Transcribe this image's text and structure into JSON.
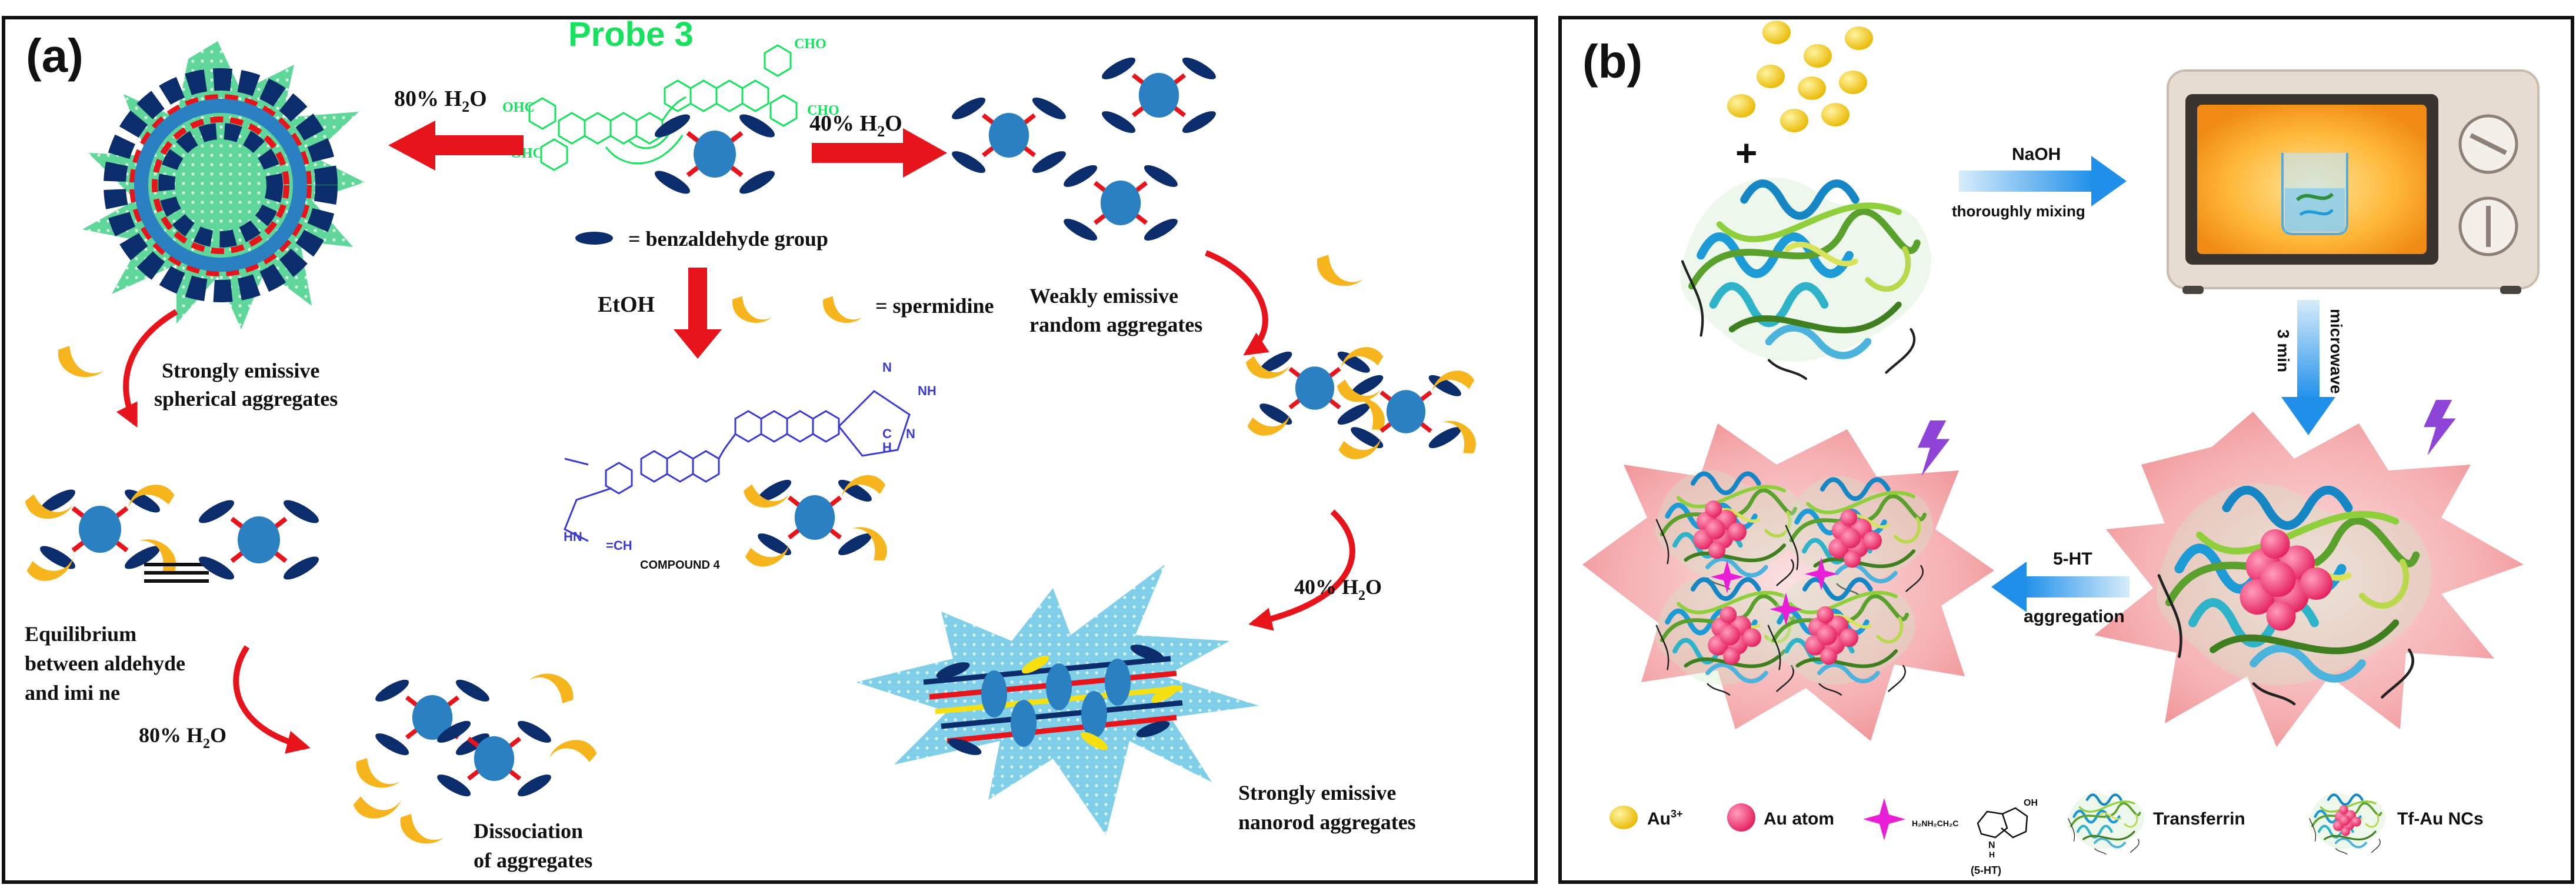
{
  "panel_a": {
    "panel_label": "(a)",
    "probe_label": "Probe 3",
    "cho_labels": [
      "CHO",
      "CHO",
      "OHC",
      "OHC"
    ],
    "water_80_a": "80% H",
    "water_40_a": "40% H",
    "water_40_b": "40% H",
    "water_80_b": "80% H",
    "water_subscript": "2",
    "water_tail": "O",
    "legend_benzaldehyde": "= benzaldehyde group",
    "legend_spermidine": "= spermidine",
    "solvent": "EtOH",
    "compound_label": "COMPOUND  4",
    "nh_labels": [
      "NH",
      "HN"
    ],
    "imine_labels": [
      "C",
      "H",
      "N",
      "N",
      "=CH"
    ],
    "strong_spherical_1": "Strongly emissive",
    "strong_spherical_2": "spherical aggregates",
    "weak_random_1": "Weakly emissive",
    "weak_random_2": "random aggregates",
    "equilibrium_1": "Equilibrium",
    "equilibrium_2": "between aldehyde",
    "equilibrium_3": "and  imi ne",
    "dissociation_1": "Dissociation",
    "dissociation_2": "of aggregates",
    "nanorod_1": "Strongly emissive",
    "nanorod_2": "nanorod aggregates"
  },
  "panel_b": {
    "panel_label": "(b)",
    "plus": "+",
    "naoh": "NaOH",
    "mixing": "thoroughly mixing",
    "time": "3 min",
    "microwave": "microwave",
    "serotonin": "5-HT",
    "aggregation": "aggregation",
    "legend": {
      "au3": "Au",
      "au3_sup": "3+",
      "au_atom": "Au atom",
      "structure_formula": "H₂NH₂CH₂C",
      "structure_oh": "OH",
      "structure_nh": "N",
      "structure_h": "H",
      "structure_name": "(5-HT)",
      "transferrin": "Transferrin",
      "tf_au": "Tf-Au NCs"
    }
  },
  "colors": {
    "arrow_red": "#e8141b",
    "molecule_blue": "#2a80c0",
    "group_navy": "#0c2d6b",
    "spermidine_gold": "#f7b51d",
    "probe_green": "#16e35d",
    "compound_blue": "#3b3bd1",
    "gold_ion": "#ffd20a",
    "au_pink": "#f0356f",
    "burst_pink": "#f5a3a6",
    "star_magenta": "#e81fd6",
    "bolt_purple": "#8e44d6"
  }
}
